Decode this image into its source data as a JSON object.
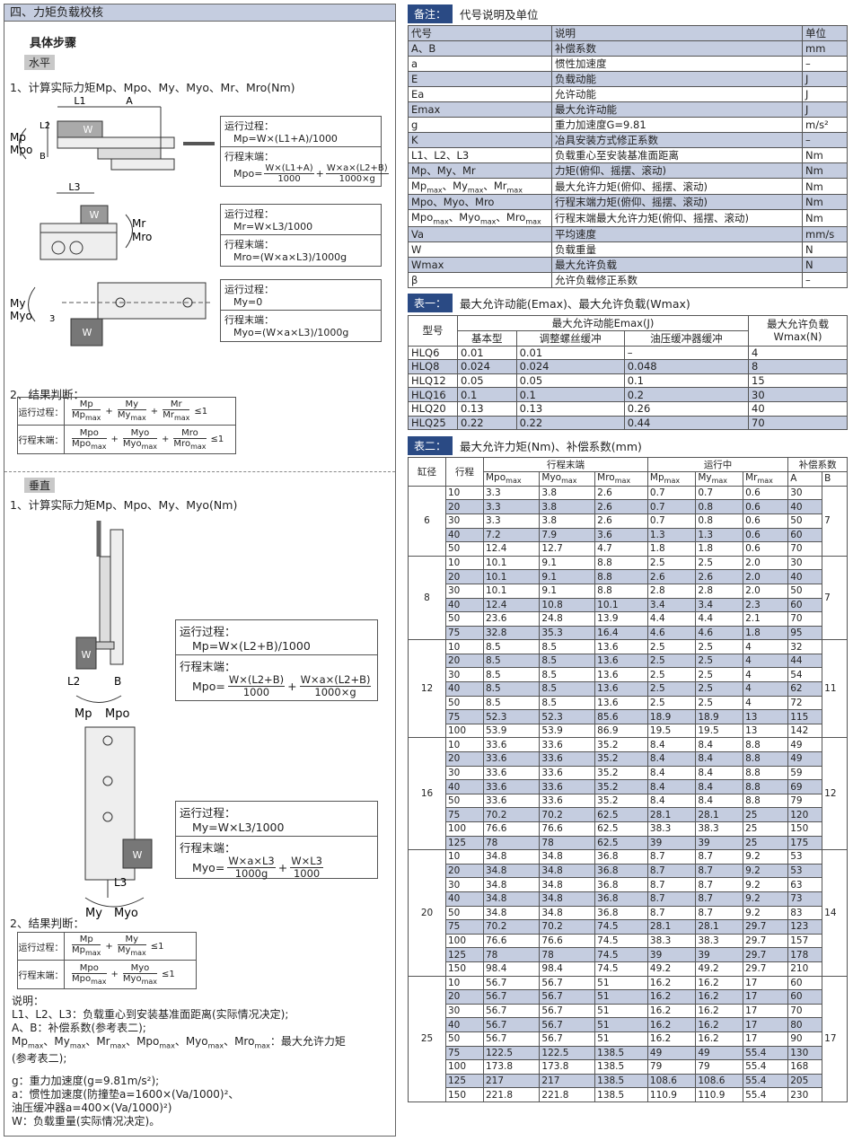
{
  "left": {
    "header": "四、力矩负载校核",
    "steps_title": "具体步骤",
    "horizontal_tag": "水平",
    "h_step1": "1、计算实际力矩Mp、Mpo、My、Myo、Mr、Mro(Nm)",
    "run_label": "运行过程：",
    "end_label": "行程末端：",
    "box1_run": "Mp=W×(L1+A)/1000",
    "box1_end_prefix": "Mpo=",
    "box1_end_f1_n": "W×(L1+A)",
    "box1_end_f1_d": "1000",
    "box1_end_f2_n": "W×a×(L2+B)",
    "box1_end_f2_d": "1000×g",
    "box2_run": "Mr=W×L3/1000",
    "box2_end": "Mro=(W×a×L3)/1000g",
    "box3_run": "My=0",
    "box3_end": "Myo=(W×a×L3)/1000g",
    "h_step2": "2、结果判断：",
    "judge_run": "运行过程：",
    "judge_end": "行程末端：",
    "vertical_tag": "垂直",
    "v_step1": "1、计算实际力矩Mp、Mpo、My、Myo(Nm)",
    "vbox1_run": "Mp=W×(L2+B)/1000",
    "vbox1_end_prefix": "Mpo=",
    "vbox1_f1_n": "W×(L2+B)",
    "vbox1_f1_d": "1000",
    "vbox1_f2_n": "W×a×(L2+B)",
    "vbox1_f2_d": "1000×g",
    "vbox2_run": "My=W×L3/1000",
    "vbox2_end_prefix": "Myo=",
    "vbox2_f1_n": "W×a×L3",
    "vbox2_f1_d": "1000g",
    "vbox2_f2_n": "W×L3",
    "vbox2_f2_d": "1000",
    "v_step2": "2、结果判断：",
    "diag": {
      "L1": "L1",
      "A": "A",
      "L2": "L2",
      "B": "B",
      "L3": "L3",
      "W": "W",
      "Mp": "Mp",
      "Mpo": "Mpo",
      "Mr": "Mr",
      "Mro": "Mro",
      "My": "My",
      "Myo": "Myo",
      "C3": "3"
    },
    "notes_title": "说明：",
    "notes": [
      "L1、L2、L3：负载重心到安装基准面距离(实际情况决定);",
      "A、B：补偿系数(参考表二);"
    ],
    "note3": "Mp_max、My_max、Mr_max、Mpo_max、Myo_max、Mro_max：最大允许力矩",
    "note3b": "(参考表二);",
    "note4": "g：重力加速度(g=9.81m/s²);",
    "note5": "a：惯性加速度(防撞垫a=1600×(Va/1000)²、",
    "note6": "油压缓冲器a=400×(Va/1000)²)",
    "note7": "W：负载重量(实际情况决定)。"
  },
  "remark": {
    "tag": "备注：",
    "title": "代号说明及单位",
    "headers": [
      "代号",
      "说明",
      "单位"
    ],
    "rows": [
      [
        "A、B",
        "补偿系数",
        "mm"
      ],
      [
        "a",
        "惯性加速度",
        "–"
      ],
      [
        "E",
        "负载动能",
        "J"
      ],
      [
        "Ea",
        "允许动能",
        "J"
      ],
      [
        "Emax",
        "最大允许动能",
        "J"
      ],
      [
        "g",
        "重力加速度G=9.81",
        "m/s²"
      ],
      [
        "K",
        "冶具安装方式修正系数",
        "–"
      ],
      [
        "L1、L2、L3",
        "负载重心至安装基准面距离",
        "Nm"
      ],
      [
        "Mp、My、Mr",
        "力矩(俯仰、摇摆、滚动)",
        "Nm"
      ],
      [
        "Mp_max、My_max、Mr_max",
        "最大允许力矩(俯仰、摇摆、滚动)",
        "Nm"
      ],
      [
        "Mpo、Myo、Mro",
        "行程末端力矩(俯仰、摇摆、滚动)",
        "Nm"
      ],
      [
        "Mpo_max、Myo_max、Mro_max",
        "行程末端最大允许力矩(俯仰、摇摆、滚动)",
        "Nm"
      ],
      [
        "Va",
        "平均速度",
        "mm/s"
      ],
      [
        "W",
        "负载重量",
        "N"
      ],
      [
        "Wmax",
        "最大允许负载",
        "N"
      ],
      [
        "β",
        "允许负载修正系数",
        "–"
      ]
    ]
  },
  "table1": {
    "tag": "表一：",
    "title": "最大允许动能(Emax)、最大允许负载(Wmax)",
    "h_model": "型号",
    "h_emax": "最大允许动能Emax(J)",
    "h_wmax": "最大允许负载Wmax(N)",
    "sub": [
      "基本型",
      "调整螺丝缓冲",
      "油压缓冲器缓冲"
    ],
    "rows": [
      [
        "HLQ6",
        "0.01",
        "0.01",
        "–",
        "4"
      ],
      [
        "HLQ8",
        "0.024",
        "0.024",
        "0.048",
        "8"
      ],
      [
        "HLQ12",
        "0.05",
        "0.05",
        "0.1",
        "15"
      ],
      [
        "HLQ16",
        "0.1",
        "0.1",
        "0.2",
        "30"
      ],
      [
        "HLQ20",
        "0.13",
        "0.13",
        "0.26",
        "40"
      ],
      [
        "HLQ25",
        "0.22",
        "0.22",
        "0.44",
        "70"
      ]
    ]
  },
  "table2": {
    "tag": "表二：",
    "title": "最大允许力矩(Nm)、补偿系数(mm)",
    "h_bore": "缸径",
    "h_stroke": "行程",
    "h_end": "行程末端",
    "h_run": "运行中",
    "h_comp": "补偿系数",
    "sub": [
      "Mpo_max",
      "Myo_max",
      "Mro_max",
      "Mp_max",
      "My_max",
      "Mr_max",
      "A",
      "B"
    ],
    "groups": [
      {
        "bore": "6",
        "B": "7",
        "rows": [
          [
            "10",
            "3.3",
            "3.8",
            "2.6",
            "0.7",
            "0.7",
            "0.6",
            "30"
          ],
          [
            "20",
            "3.3",
            "3.8",
            "2.6",
            "0.7",
            "0.8",
            "0.6",
            "40"
          ],
          [
            "30",
            "3.3",
            "3.8",
            "2.6",
            "0.7",
            "0.8",
            "0.6",
            "50"
          ],
          [
            "40",
            "7.2",
            "7.9",
            "3.6",
            "1.3",
            "1.3",
            "0.6",
            "60"
          ],
          [
            "50",
            "12.4",
            "12.7",
            "4.7",
            "1.8",
            "1.8",
            "0.6",
            "70"
          ]
        ]
      },
      {
        "bore": "8",
        "B": "7",
        "rows": [
          [
            "10",
            "10.1",
            "9.1",
            "8.8",
            "2.5",
            "2.5",
            "2.0",
            "30"
          ],
          [
            "20",
            "10.1",
            "9.1",
            "8.8",
            "2.6",
            "2.6",
            "2.0",
            "40"
          ],
          [
            "30",
            "10.1",
            "9.1",
            "8.8",
            "2.8",
            "2.8",
            "2.0",
            "50"
          ],
          [
            "40",
            "12.4",
            "10.8",
            "10.1",
            "3.4",
            "3.4",
            "2.3",
            "60"
          ],
          [
            "50",
            "23.6",
            "24.8",
            "13.9",
            "4.4",
            "4.4",
            "2.1",
            "70"
          ],
          [
            "75",
            "32.8",
            "35.3",
            "16.4",
            "4.6",
            "4.6",
            "1.8",
            "95"
          ]
        ]
      },
      {
        "bore": "12",
        "B": "11",
        "rows": [
          [
            "10",
            "8.5",
            "8.5",
            "13.6",
            "2.5",
            "2.5",
            "4",
            "32"
          ],
          [
            "20",
            "8.5",
            "8.5",
            "13.6",
            "2.5",
            "2.5",
            "4",
            "44"
          ],
          [
            "30",
            "8.5",
            "8.5",
            "13.6",
            "2.5",
            "2.5",
            "4",
            "54"
          ],
          [
            "40",
            "8.5",
            "8.5",
            "13.6",
            "2.5",
            "2.5",
            "4",
            "62"
          ],
          [
            "50",
            "8.5",
            "8.5",
            "13.6",
            "2.5",
            "2.5",
            "4",
            "72"
          ],
          [
            "75",
            "52.3",
            "52.3",
            "85.6",
            "18.9",
            "18.9",
            "13",
            "115"
          ],
          [
            "100",
            "53.9",
            "53.9",
            "86.9",
            "19.5",
            "19.5",
            "13",
            "142"
          ]
        ]
      },
      {
        "bore": "16",
        "B": "12",
        "rows": [
          [
            "10",
            "33.6",
            "33.6",
            "35.2",
            "8.4",
            "8.4",
            "8.8",
            "49"
          ],
          [
            "20",
            "33.6",
            "33.6",
            "35.2",
            "8.4",
            "8.4",
            "8.8",
            "49"
          ],
          [
            "30",
            "33.6",
            "33.6",
            "35.2",
            "8.4",
            "8.4",
            "8.8",
            "59"
          ],
          [
            "40",
            "33.6",
            "33.6",
            "35.2",
            "8.4",
            "8.4",
            "8.8",
            "69"
          ],
          [
            "50",
            "33.6",
            "33.6",
            "35.2",
            "8.4",
            "8.4",
            "8.8",
            "79"
          ],
          [
            "75",
            "70.2",
            "70.2",
            "62.5",
            "28.1",
            "28.1",
            "25",
            "120"
          ],
          [
            "100",
            "76.6",
            "76.6",
            "62.5",
            "38.3",
            "38.3",
            "25",
            "150"
          ],
          [
            "125",
            "78",
            "78",
            "62.5",
            "39",
            "39",
            "25",
            "175"
          ]
        ]
      },
      {
        "bore": "20",
        "B": "14",
        "rows": [
          [
            "10",
            "34.8",
            "34.8",
            "36.8",
            "8.7",
            "8.7",
            "9.2",
            "53"
          ],
          [
            "20",
            "34.8",
            "34.8",
            "36.8",
            "8.7",
            "8.7",
            "9.2",
            "53"
          ],
          [
            "30",
            "34.8",
            "34.8",
            "36.8",
            "8.7",
            "8.7",
            "9.2",
            "63"
          ],
          [
            "40",
            "34.8",
            "34.8",
            "36.8",
            "8.7",
            "8.7",
            "9.2",
            "73"
          ],
          [
            "50",
            "34.8",
            "34.8",
            "36.8",
            "8.7",
            "8.7",
            "9.2",
            "83"
          ],
          [
            "75",
            "70.2",
            "70.2",
            "74.5",
            "28.1",
            "28.1",
            "29.7",
            "123"
          ],
          [
            "100",
            "76.6",
            "76.6",
            "74.5",
            "38.3",
            "38.3",
            "29.7",
            "157"
          ],
          [
            "125",
            "78",
            "78",
            "74.5",
            "39",
            "39",
            "29.7",
            "178"
          ],
          [
            "150",
            "98.4",
            "98.4",
            "74.5",
            "49.2",
            "49.2",
            "29.7",
            "210"
          ]
        ]
      },
      {
        "bore": "25",
        "B": "17",
        "rows": [
          [
            "10",
            "56.7",
            "56.7",
            "51",
            "16.2",
            "16.2",
            "17",
            "60"
          ],
          [
            "20",
            "56.7",
            "56.7",
            "51",
            "16.2",
            "16.2",
            "17",
            "60"
          ],
          [
            "30",
            "56.7",
            "56.7",
            "51",
            "16.2",
            "16.2",
            "17",
            "70"
          ],
          [
            "40",
            "56.7",
            "56.7",
            "51",
            "16.2",
            "16.2",
            "17",
            "80"
          ],
          [
            "50",
            "56.7",
            "56.7",
            "51",
            "16.2",
            "16.2",
            "17",
            "90"
          ],
          [
            "75",
            "122.5",
            "122.5",
            "138.5",
            "49",
            "49",
            "55.4",
            "130"
          ],
          [
            "100",
            "173.8",
            "173.8",
            "138.5",
            "79",
            "79",
            "55.4",
            "168"
          ],
          [
            "125",
            "217",
            "217",
            "138.5",
            "108.6",
            "108.6",
            "55.4",
            "205"
          ],
          [
            "150",
            "221.8",
            "221.8",
            "138.5",
            "110.9",
            "110.9",
            "55.4",
            "230"
          ]
        ]
      }
    ]
  }
}
